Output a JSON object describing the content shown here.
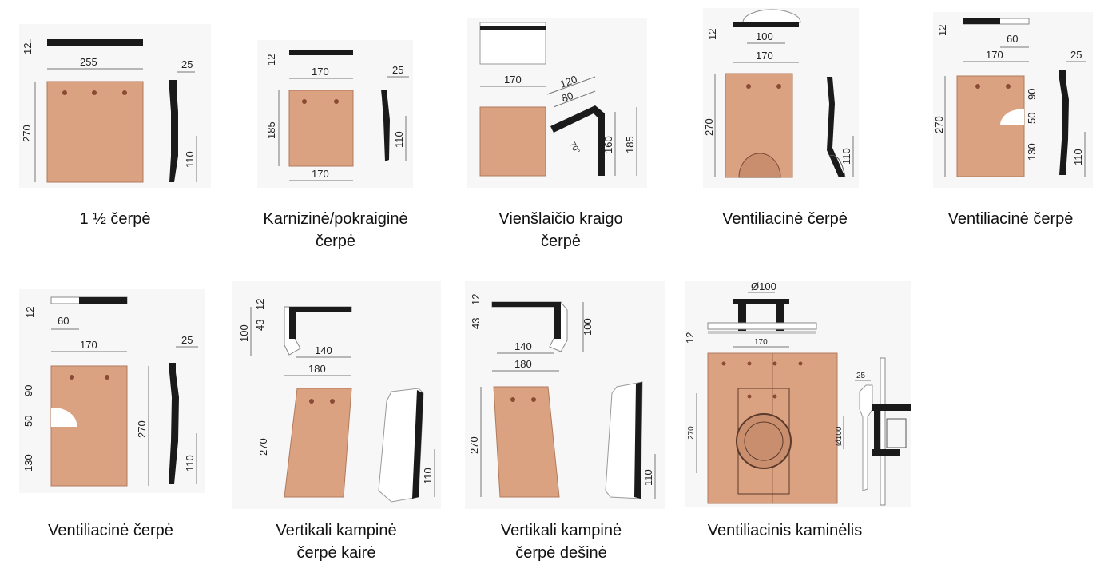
{
  "colors": {
    "tile": "#dba282",
    "tile_edge": "#b07a5e",
    "profile": "#1a1a1a",
    "dim_line": "#777777",
    "panel_bg": "#f7f7f7"
  },
  "tiles": [
    {
      "caption_lines": [
        "1 ½ čerpė"
      ],
      "dims": [
        "12",
        "255",
        "25",
        "270",
        "110"
      ]
    },
    {
      "caption_lines": [
        "Karnizinė/pokraiginė",
        "čerpė"
      ],
      "dims": [
        "12",
        "170",
        "25",
        "185",
        "110",
        "170"
      ]
    },
    {
      "caption_lines": [
        "Vienšlaičio kraigo",
        "čerpė"
      ],
      "dims": [
        "170",
        "120",
        "80",
        "70°",
        "160",
        "185"
      ]
    },
    {
      "caption_lines": [
        "Ventiliacinė čerpė"
      ],
      "dims": [
        "12",
        "100",
        "170",
        "270",
        "110"
      ]
    },
    {
      "caption_lines": [
        "Ventiliacinė čerpė"
      ],
      "dims": [
        "12",
        "60",
        "170",
        "25",
        "90",
        "50",
        "270",
        "130",
        "110"
      ]
    },
    {
      "caption_lines": [
        "Ventiliacinė čerpė"
      ],
      "dims": [
        "12",
        "60",
        "170",
        "25",
        "90",
        "50",
        "270",
        "130",
        "110"
      ]
    },
    {
      "caption_lines": [
        "Vertikali kampinė",
        "čerpė kairė"
      ],
      "dims": [
        "12",
        "43",
        "100",
        "140",
        "180",
        "270",
        "110"
      ]
    },
    {
      "caption_lines": [
        "Vertikali kampinė",
        "čerpė dešinė"
      ],
      "dims": [
        "12",
        "43",
        "100",
        "140",
        "180",
        "270",
        "110"
      ]
    },
    {
      "caption_lines": [
        "Ventiliacinis kaminėlis"
      ],
      "dims": [
        "Ø100",
        "12",
        "170",
        "270",
        "25",
        "Ø100"
      ]
    }
  ]
}
